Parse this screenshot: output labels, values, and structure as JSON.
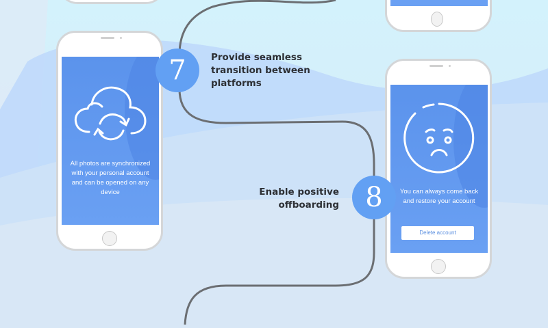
{
  "steps": [
    {
      "number": "7",
      "title_lines": [
        "Provide seamless",
        "transition between",
        "platforms"
      ],
      "screen_text": "All photos are synchronized with your personal account and can be opened on any device",
      "icon": "cloud-sync-icon"
    },
    {
      "number": "8",
      "title_lines": [
        "Enable positive",
        "offboarding"
      ],
      "screen_text": "You can always come back and restore your account",
      "icon": "sad-face-icon",
      "button_label": "Delete account"
    }
  ],
  "colors": {
    "accent": "#62a0f3",
    "screen": "#5b93ec",
    "line": "#6b6e72",
    "text": "#2d3035"
  }
}
